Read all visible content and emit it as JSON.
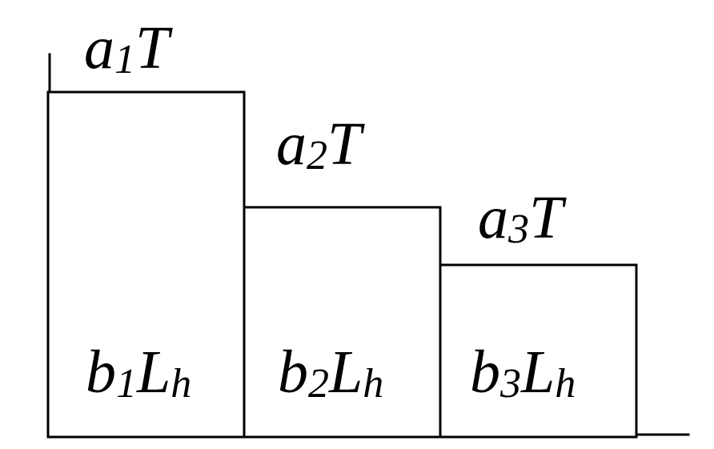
{
  "diagram": {
    "type": "stepped block diagram",
    "blocks": [
      {
        "top_label": {
          "base": "a",
          "sub": "1",
          "rest": "T"
        },
        "inner_label": {
          "base": "b",
          "sub": "1",
          "rest": "L",
          "rest_sub": "h"
        }
      },
      {
        "top_label": {
          "base": "a",
          "sub": "2",
          "rest": "T"
        },
        "inner_label": {
          "base": "b",
          "sub": "2",
          "rest": "L",
          "rest_sub": "h"
        }
      },
      {
        "top_label": {
          "base": "a",
          "sub": "3",
          "rest": "T"
        },
        "inner_label": {
          "base": "b",
          "sub": "3",
          "rest": "L",
          "rest_sub": "h"
        }
      }
    ]
  }
}
